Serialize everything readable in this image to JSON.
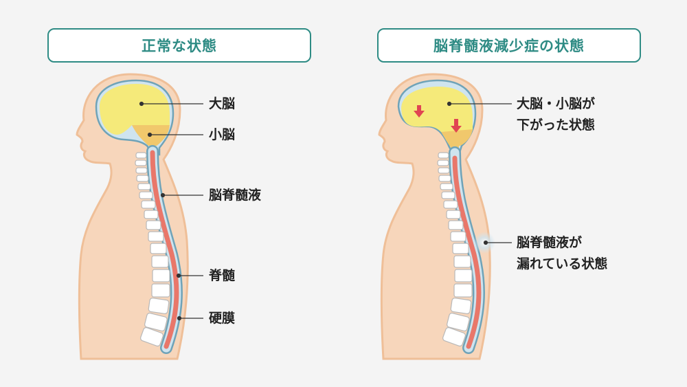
{
  "panels": [
    {
      "title": "正常な状態",
      "labels": [
        {
          "text": "大脳"
        },
        {
          "text": "小脳"
        },
        {
          "text": "脳脊髄液"
        },
        {
          "text": "脊髄"
        },
        {
          "text": "硬膜"
        }
      ]
    },
    {
      "title": "脳脊髄液減少症の状態",
      "labels": [
        {
          "line1": "大脳・小脳が",
          "line2": "下がった状態"
        },
        {
          "line1": "脳脊髄液が",
          "line2": "漏れている状態"
        }
      ],
      "arrows": [
        "down-arrow",
        "down-arrow"
      ]
    }
  ],
  "colors": {
    "title_accent": "#2e8b84",
    "skin": "#f7d6bb",
    "skin_outline": "#efbf98",
    "cerebrum": "#f5ea7a",
    "cerebellum": "#f1c86c",
    "csf": "#cfe4ef",
    "dura": "#6fa3b8",
    "spinal_cord": "#e9776a",
    "arrow": "#e04552",
    "background": "#f4f4f4"
  }
}
